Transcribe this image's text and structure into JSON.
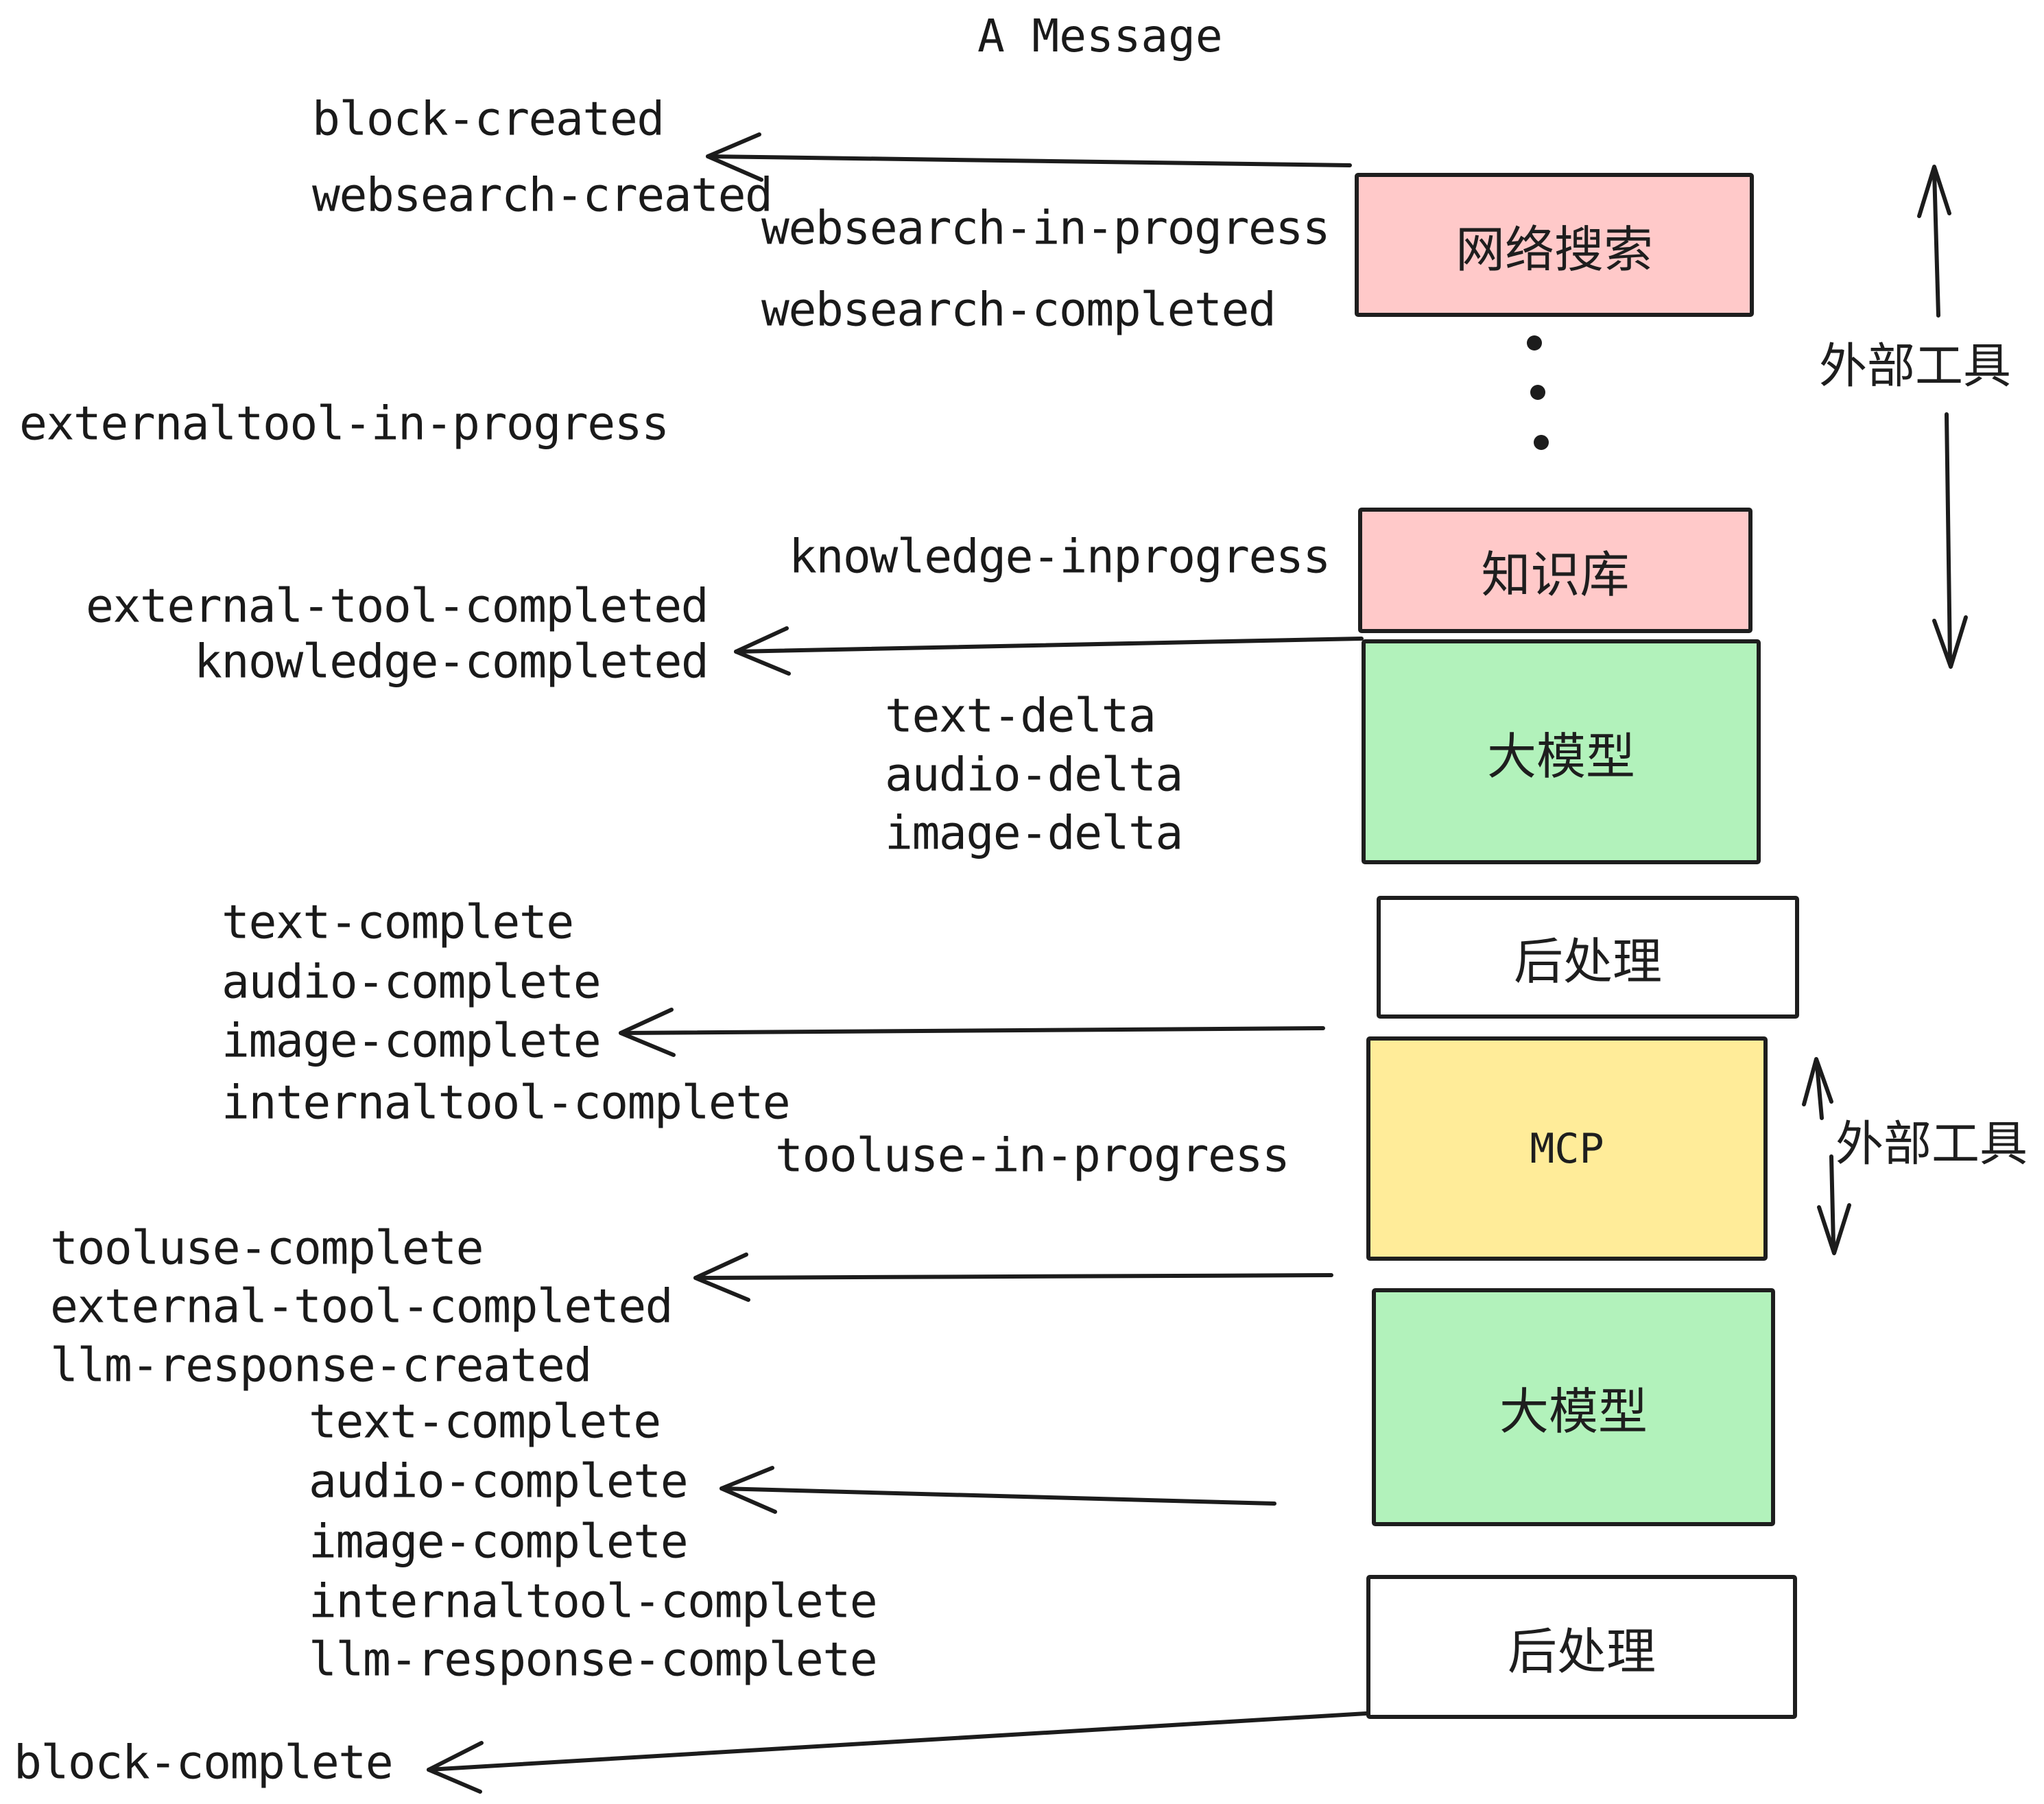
{
  "title": "A Message",
  "labels": [
    {
      "text": "block-created"
    },
    {
      "text": "websearch-created"
    },
    {
      "text": "websearch-in-progress"
    },
    {
      "text": "websearch-completed"
    },
    {
      "text": "externaltool-in-progress"
    },
    {
      "text": "knowledge-inprogress"
    },
    {
      "text": "external-tool-completed"
    },
    {
      "text": "knowledge-completed"
    },
    {
      "text": "text-delta"
    },
    {
      "text": "audio-delta"
    },
    {
      "text": "image-delta"
    },
    {
      "text": "text-complete"
    },
    {
      "text": "audio-complete"
    },
    {
      "text": "image-complete"
    },
    {
      "text": "internaltool-complete"
    },
    {
      "text": "tooluse-in-progress"
    },
    {
      "text": "tooluse-complete"
    },
    {
      "text": "external-tool-completed"
    },
    {
      "text": "llm-response-created"
    },
    {
      "text": "text-complete"
    },
    {
      "text": "audio-complete"
    },
    {
      "text": "image-complete"
    },
    {
      "text": "internaltool-complete"
    },
    {
      "text": "llm-response-complete"
    },
    {
      "text": "block-complete"
    }
  ],
  "boxes": [
    {
      "id": "websearch",
      "label": "网络搜索",
      "fill": "#ffc9c9"
    },
    {
      "id": "knowledge",
      "label": "知识库",
      "fill": "#ffc9c9"
    },
    {
      "id": "llm-1",
      "label": "大模型",
      "fill": "#b2f2bb"
    },
    {
      "id": "postprocess-1",
      "label": "后处理",
      "fill": "#ffffff"
    },
    {
      "id": "mcp",
      "label": "MCP",
      "fill": "#ffec99"
    },
    {
      "id": "llm-2",
      "label": "大模型",
      "fill": "#b2f2bb"
    },
    {
      "id": "postprocess-2",
      "label": "后处理",
      "fill": "#ffffff"
    }
  ],
  "side_annotations": [
    {
      "text": "外部工具"
    },
    {
      "text": "外部工具"
    }
  ],
  "decorations": {
    "vertical_ellipsis_dots": 3
  },
  "colors": {
    "stroke": "#1e1e1e",
    "text": "#1a1a1a",
    "box_pink": "#ffc9c9",
    "box_green": "#b2f2bb",
    "box_yellow": "#ffec99",
    "box_white": "#ffffff",
    "background": "#ffffff"
  }
}
